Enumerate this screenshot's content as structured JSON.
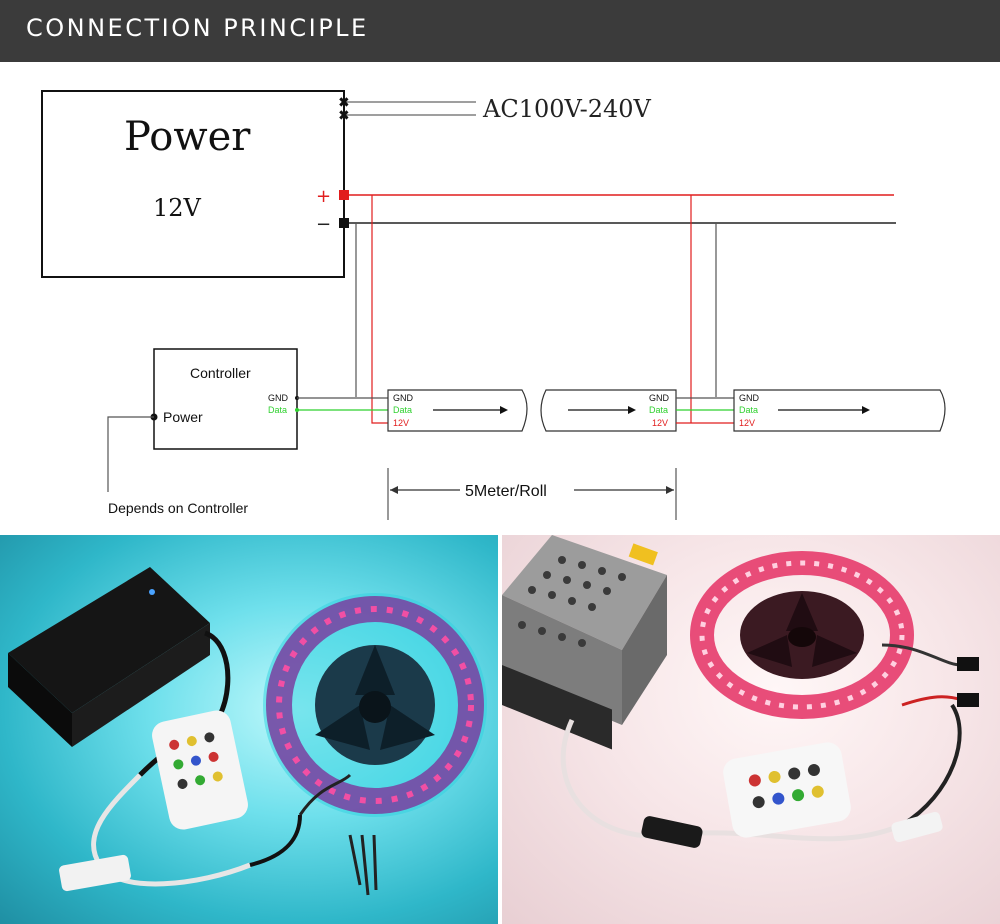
{
  "header": {
    "title": "CONNECTION PRINCIPLE"
  },
  "power": {
    "label": "Power",
    "voltage": "12V",
    "ac_input": "AC100V-240V",
    "plus_sign": "+",
    "minus_sign": "−"
  },
  "controller": {
    "title": "Controller",
    "port_power": "Power",
    "out_gnd": "GND",
    "out_data": "Data",
    "note": "Depends on Controller"
  },
  "strips": [
    {
      "gnd": "GND",
      "data": "Data",
      "v12": "12V"
    },
    {
      "gnd": "GND",
      "data": "Data",
      "v12": "12V"
    },
    {
      "gnd": "GND",
      "data": "Data",
      "v12": "12V"
    }
  ],
  "length_label": "5Meter/Roll",
  "colors": {
    "header_bg": "#3b3b3b",
    "positive": "#e11d1d",
    "data": "#2fd12f",
    "ground": "#222222",
    "watermark": "#e9e9e9"
  }
}
